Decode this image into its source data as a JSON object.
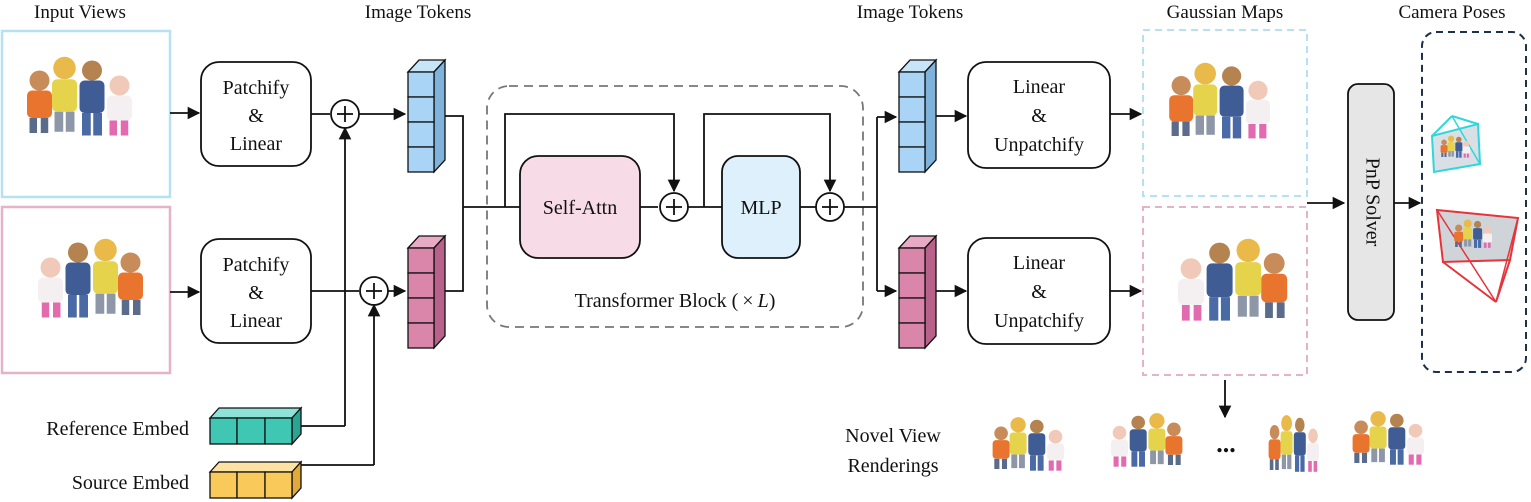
{
  "headings": {
    "input_views": "Input Views",
    "image_tokens_left": "Image Tokens",
    "image_tokens_right": "Image Tokens",
    "gaussian_maps": "Gaussian Maps",
    "camera_poses": "Camera Poses"
  },
  "patchify_top": [
    "Patchify",
    "&",
    "Linear"
  ],
  "patchify_bottom": [
    "Patchify",
    "&",
    "Linear"
  ],
  "transformer": {
    "self_attn": "Self-Attn",
    "mlp": "MLP",
    "block_label_prefix": "Transformer Block (",
    "block_label_times": "×",
    "block_label_var": "L",
    "block_label_suffix": ")"
  },
  "unpatchify_top": [
    "Linear",
    "&",
    "Unpatchify"
  ],
  "unpatchify_bottom": [
    "Linear",
    "&",
    "Unpatchify"
  ],
  "pnp_solver": "PnP Solver",
  "embeds": {
    "reference": "Reference Embed",
    "source": "Source Embed"
  },
  "novel_view": [
    "Novel View",
    "Renderings"
  ],
  "ellipsis": "...",
  "colors": {
    "blue_token": "#a9d4f5",
    "pink_token": "#d986aa",
    "teal_embed": "#3fc7b4",
    "yellow_embed": "#f9c95a",
    "self_attn_fill": "#f7dbe6",
    "mlp_fill": "#ddf0fb",
    "input_top_border": "#b5e1f2",
    "input_bottom_border": "#e4b3c8",
    "pnp_fill": "#e6e6e6",
    "camera_border": "#1e3148",
    "camera_top": "#2fd7db",
    "camera_bottom": "#e6343a"
  }
}
